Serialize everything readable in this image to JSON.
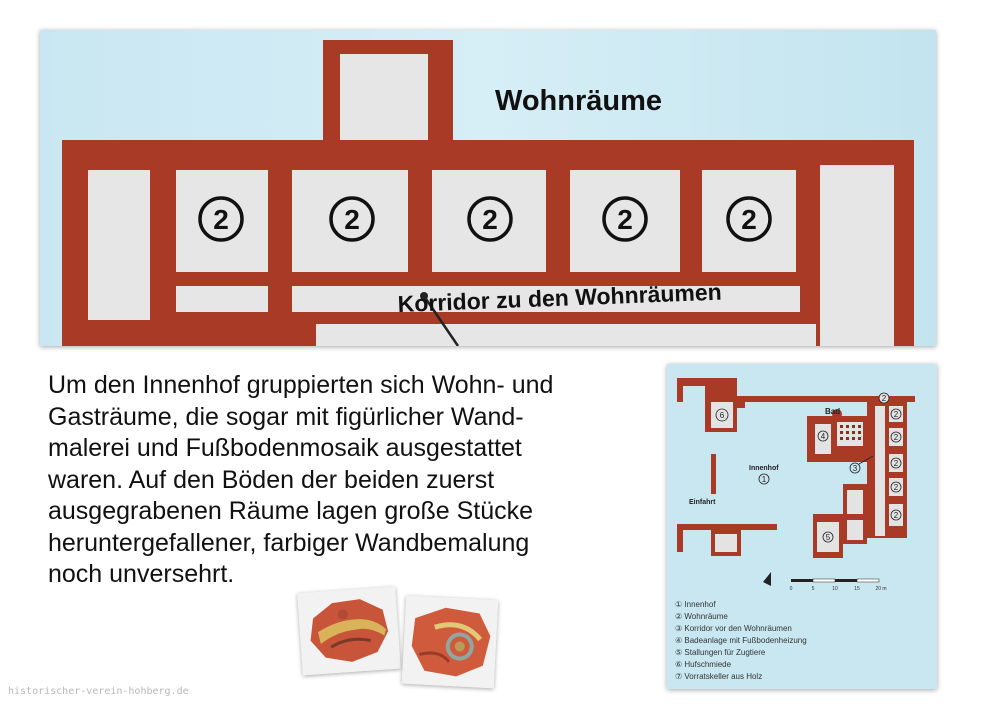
{
  "top_photo": {
    "heading": "Wohnräume",
    "corridor_label": "Korridor zu den Wohnräumen",
    "room_marks": [
      "2",
      "2",
      "2",
      "2",
      "2"
    ]
  },
  "body_text": {
    "lines": [
      "Um den Innenhof gruppierten sich Wohn- und",
      "Gasträume, die sogar mit figürlicher Wand-",
      "malerei und Fußbodenmosaik ausgestattet",
      "waren. Auf den Böden der beiden zuerst",
      "ausgegrabenen Räume lagen große Stücke",
      "heruntergefallener, farbiger Wandbemalung",
      "noch unversehrt."
    ]
  },
  "site_map": {
    "labels": {
      "bad": "Bad",
      "innenhof": "Innenhof",
      "einfahrt": "Einfahrt",
      "courtyard_mark": "1"
    },
    "room_marks": {
      "six": "6",
      "four": "4",
      "three": "3",
      "five": "5",
      "two": [
        "2",
        "2",
        "2",
        "2",
        "2",
        "2"
      ]
    },
    "scale": {
      "ticks": [
        "0",
        "5",
        "10",
        "15",
        "20 m"
      ]
    },
    "legend": [
      "① Innenhof",
      "② Wohnräume",
      "③ Korridor vor den Wohnräumen",
      "④ Badeanlage mit Fußbodenheizung",
      "⑤ Stallungen für Zugtiere",
      "⑥ Hufschmiede",
      "⑦ Vorratskeller aus Holz"
    ]
  },
  "watermark": "historischer-verein-hohberg.de",
  "colors": {
    "wall": "#a93b26",
    "sky": "#c6e6f0",
    "room": "#e6e6e6",
    "text": "#111111"
  }
}
